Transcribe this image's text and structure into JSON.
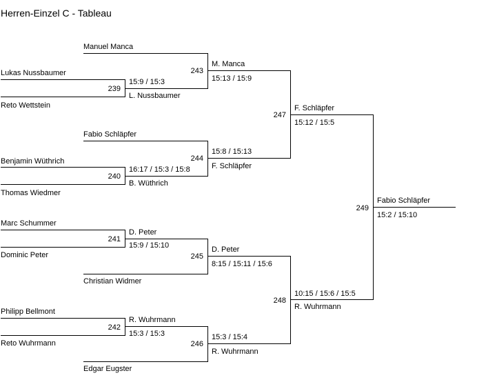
{
  "title": "Herren-Einzel C - Tableau",
  "matches": {
    "m239": {
      "number": "239",
      "top": "Lukas Nussbaumer",
      "bottom": "Reto Wettstein",
      "winner": "L. Nussbaumer",
      "score": "15:9 / 15:3"
    },
    "m240": {
      "number": "240",
      "top": "Benjamin Wüthrich",
      "bottom": "Thomas Wiedmer",
      "winner": "B. Wüthrich",
      "score": "16:17 / 15:3 / 15:8"
    },
    "m241": {
      "number": "241",
      "top": "Marc Schummer",
      "bottom": "Dominic Peter",
      "winner": "D. Peter",
      "score": "15:9 / 15:10"
    },
    "m242": {
      "number": "242",
      "top": "Philipp Bellmont",
      "bottom": "Reto Wuhrmann",
      "winner": "R. Wuhrmann",
      "score": "15:3 / 15:3"
    },
    "m243": {
      "number": "243",
      "top": "Manuel Manca",
      "winner": "M. Manca",
      "score": "15:13 / 15:9"
    },
    "m244": {
      "number": "244",
      "top": "Fabio Schläpfer",
      "winner": "F. Schläpfer",
      "score": "15:8 / 15:13"
    },
    "m245": {
      "number": "245",
      "bottom": "Christian Widmer",
      "winner": "D. Peter",
      "score": "8:15 / 15:11 / 15:6"
    },
    "m246": {
      "number": "246",
      "bottom": "Edgar Eugster",
      "winner": "R. Wuhrmann",
      "score": "15:3 / 15:4"
    },
    "m247": {
      "number": "247",
      "winner": "F. Schläpfer",
      "score": "15:12 / 15:5"
    },
    "m248": {
      "number": "248",
      "winner": "R. Wuhrmann",
      "score": "10:15 / 15:6 / 15:5"
    },
    "m249": {
      "number": "249",
      "winner": "Fabio Schläpfer",
      "score": "15:2 / 15:10"
    }
  }
}
